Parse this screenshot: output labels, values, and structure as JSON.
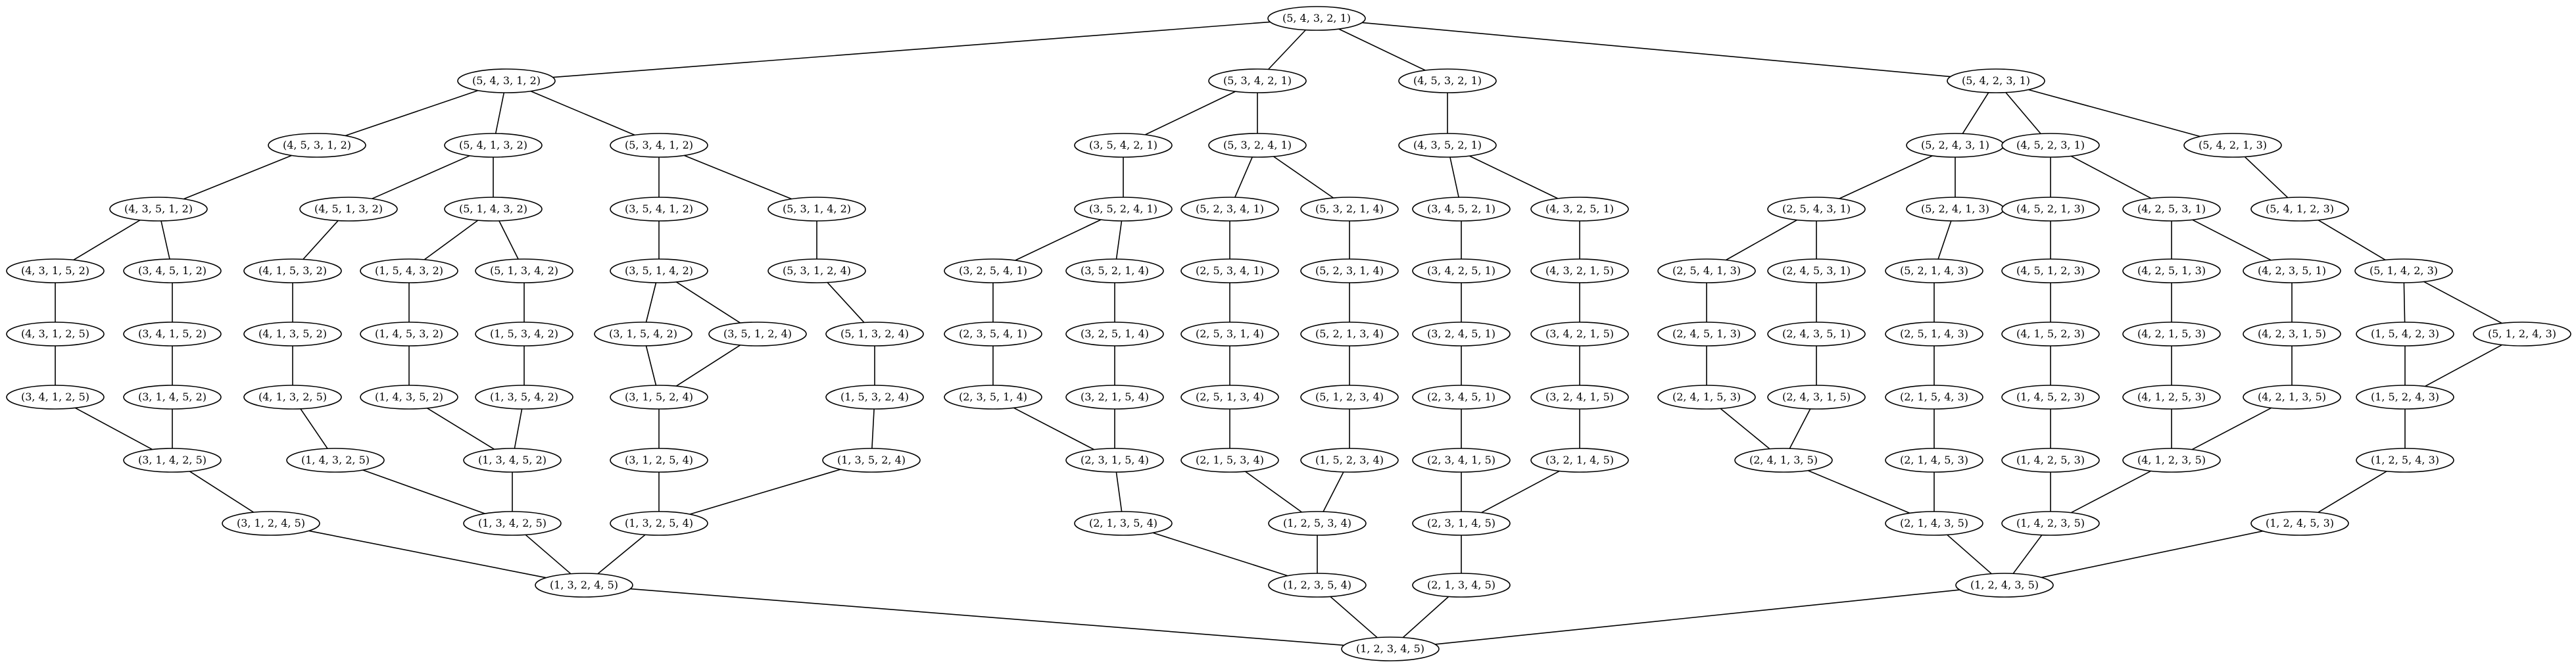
{
  "nodes": [
    {
      "id": "54321",
      "label": "(5, 4, 3, 2, 1)"
    },
    {
      "id": "54312",
      "label": "(5, 4, 3, 1, 2)"
    },
    {
      "id": "53421",
      "label": "(5, 3, 4, 2, 1)"
    },
    {
      "id": "45321",
      "label": "(4, 5, 3, 2, 1)"
    },
    {
      "id": "54231",
      "label": "(5, 4, 2, 3, 1)"
    },
    {
      "id": "45312",
      "label": "(4, 5, 3, 1, 2)"
    },
    {
      "id": "54132",
      "label": "(5, 4, 1, 3, 2)"
    },
    {
      "id": "53412",
      "label": "(5, 3, 4, 1, 2)"
    },
    {
      "id": "35421",
      "label": "(3, 5, 4, 2, 1)"
    },
    {
      "id": "53241",
      "label": "(5, 3, 2, 4, 1)"
    },
    {
      "id": "43521",
      "label": "(4, 3, 5, 2, 1)"
    },
    {
      "id": "52431",
      "label": "(5, 2, 4, 3, 1)"
    },
    {
      "id": "45231",
      "label": "(4, 5, 2, 3, 1)"
    },
    {
      "id": "54213",
      "label": "(5, 4, 2, 1, 3)"
    },
    {
      "id": "43512",
      "label": "(4, 3, 5, 1, 2)"
    },
    {
      "id": "45132",
      "label": "(4, 5, 1, 3, 2)"
    },
    {
      "id": "51432",
      "label": "(5, 1, 4, 3, 2)"
    },
    {
      "id": "35412",
      "label": "(3, 5, 4, 1, 2)"
    },
    {
      "id": "53142",
      "label": "(5, 3, 1, 4, 2)"
    },
    {
      "id": "35241",
      "label": "(3, 5, 2, 4, 1)"
    },
    {
      "id": "52341",
      "label": "(5, 2, 3, 4, 1)"
    },
    {
      "id": "53214",
      "label": "(5, 3, 2, 1, 4)"
    },
    {
      "id": "34521",
      "label": "(3, 4, 5, 2, 1)"
    },
    {
      "id": "43251",
      "label": "(4, 3, 2, 5, 1)"
    },
    {
      "id": "25431",
      "label": "(2, 5, 4, 3, 1)"
    },
    {
      "id": "52413",
      "label": "(5, 2, 4, 1, 3)"
    },
    {
      "id": "45213",
      "label": "(4, 5, 2, 1, 3)"
    },
    {
      "id": "42531",
      "label": "(4, 2, 5, 3, 1)"
    },
    {
      "id": "54123",
      "label": "(5, 4, 1, 2, 3)"
    },
    {
      "id": "43152",
      "label": "(4, 3, 1, 5, 2)"
    },
    {
      "id": "34512",
      "label": "(3, 4, 5, 1, 2)"
    },
    {
      "id": "41532",
      "label": "(4, 1, 5, 3, 2)"
    },
    {
      "id": "15432",
      "label": "(1, 5, 4, 3, 2)"
    },
    {
      "id": "51342",
      "label": "(5, 1, 3, 4, 2)"
    },
    {
      "id": "35142",
      "label": "(3, 5, 1, 4, 2)"
    },
    {
      "id": "53124",
      "label": "(5, 3, 1, 2, 4)"
    },
    {
      "id": "32541",
      "label": "(3, 2, 5, 4, 1)"
    },
    {
      "id": "35214",
      "label": "(3, 5, 2, 1, 4)"
    },
    {
      "id": "25341",
      "label": "(2, 5, 3, 4, 1)"
    },
    {
      "id": "52314",
      "label": "(5, 2, 3, 1, 4)"
    },
    {
      "id": "34251",
      "label": "(3, 4, 2, 5, 1)"
    },
    {
      "id": "43215",
      "label": "(4, 3, 2, 1, 5)"
    },
    {
      "id": "25413",
      "label": "(2, 5, 4, 1, 3)"
    },
    {
      "id": "24531",
      "label": "(2, 4, 5, 3, 1)"
    },
    {
      "id": "52143",
      "label": "(5, 2, 1, 4, 3)"
    },
    {
      "id": "45123",
      "label": "(4, 5, 1, 2, 3)"
    },
    {
      "id": "42513",
      "label": "(4, 2, 5, 1, 3)"
    },
    {
      "id": "42351",
      "label": "(4, 2, 3, 5, 1)"
    },
    {
      "id": "51423",
      "label": "(5, 1, 4, 2, 3)"
    },
    {
      "id": "43125",
      "label": "(4, 3, 1, 2, 5)"
    },
    {
      "id": "34152",
      "label": "(3, 4, 1, 5, 2)"
    },
    {
      "id": "41352",
      "label": "(4, 1, 3, 5, 2)"
    },
    {
      "id": "14532",
      "label": "(1, 4, 5, 3, 2)"
    },
    {
      "id": "15342",
      "label": "(1, 5, 3, 4, 2)"
    },
    {
      "id": "31542",
      "label": "(3, 1, 5, 4, 2)"
    },
    {
      "id": "35124",
      "label": "(3, 5, 1, 2, 4)"
    },
    {
      "id": "51324",
      "label": "(5, 1, 3, 2, 4)"
    },
    {
      "id": "23541",
      "label": "(2, 3, 5, 4, 1)"
    },
    {
      "id": "32514",
      "label": "(3, 2, 5, 1, 4)"
    },
    {
      "id": "25314",
      "label": "(2, 5, 3, 1, 4)"
    },
    {
      "id": "52134",
      "label": "(5, 2, 1, 3, 4)"
    },
    {
      "id": "32451",
      "label": "(3, 2, 4, 5, 1)"
    },
    {
      "id": "34215",
      "label": "(3, 4, 2, 1, 5)"
    },
    {
      "id": "24513",
      "label": "(2, 4, 5, 1, 3)"
    },
    {
      "id": "24351",
      "label": "(2, 4, 3, 5, 1)"
    },
    {
      "id": "25143",
      "label": "(2, 5, 1, 4, 3)"
    },
    {
      "id": "41523",
      "label": "(4, 1, 5, 2, 3)"
    },
    {
      "id": "42153",
      "label": "(4, 2, 1, 5, 3)"
    },
    {
      "id": "42315",
      "label": "(4, 2, 3, 1, 5)"
    },
    {
      "id": "15423",
      "label": "(1, 5, 4, 2, 3)"
    },
    {
      "id": "51243",
      "label": "(5, 1, 2, 4, 3)"
    },
    {
      "id": "34125",
      "label": "(3, 4, 1, 2, 5)"
    },
    {
      "id": "31452",
      "label": "(3, 1, 4, 5, 2)"
    },
    {
      "id": "41325",
      "label": "(4, 1, 3, 2, 5)"
    },
    {
      "id": "14352",
      "label": "(1, 4, 3, 5, 2)"
    },
    {
      "id": "13542",
      "label": "(1, 3, 5, 4, 2)"
    },
    {
      "id": "31524",
      "label": "(3, 1, 5, 2, 4)"
    },
    {
      "id": "15324",
      "label": "(1, 5, 3, 2, 4)"
    },
    {
      "id": "23514",
      "label": "(2, 3, 5, 1, 4)"
    },
    {
      "id": "32154",
      "label": "(3, 2, 1, 5, 4)"
    },
    {
      "id": "25134",
      "label": "(2, 5, 1, 3, 4)"
    },
    {
      "id": "51234",
      "label": "(5, 1, 2, 3, 4)"
    },
    {
      "id": "23451",
      "label": "(2, 3, 4, 5, 1)"
    },
    {
      "id": "32415",
      "label": "(3, 2, 4, 1, 5)"
    },
    {
      "id": "24153",
      "label": "(2, 4, 1, 5, 3)"
    },
    {
      "id": "24315",
      "label": "(2, 4, 3, 1, 5)"
    },
    {
      "id": "21543",
      "label": "(2, 1, 5, 4, 3)"
    },
    {
      "id": "14523",
      "label": "(1, 4, 5, 2, 3)"
    },
    {
      "id": "41253",
      "label": "(4, 1, 2, 5, 3)"
    },
    {
      "id": "42135",
      "label": "(4, 2, 1, 3, 5)"
    },
    {
      "id": "15243",
      "label": "(1, 5, 2, 4, 3)"
    },
    {
      "id": "31425",
      "label": "(3, 1, 4, 2, 5)"
    },
    {
      "id": "14325",
      "label": "(1, 4, 3, 2, 5)"
    },
    {
      "id": "13452",
      "label": "(1, 3, 4, 5, 2)"
    },
    {
      "id": "31254",
      "label": "(3, 1, 2, 5, 4)"
    },
    {
      "id": "13524",
      "label": "(1, 3, 5, 2, 4)"
    },
    {
      "id": "23154",
      "label": "(2, 3, 1, 5, 4)"
    },
    {
      "id": "21534",
      "label": "(2, 1, 5, 3, 4)"
    },
    {
      "id": "15234",
      "label": "(1, 5, 2, 3, 4)"
    },
    {
      "id": "23415",
      "label": "(2, 3, 4, 1, 5)"
    },
    {
      "id": "32145",
      "label": "(3, 2, 1, 4, 5)"
    },
    {
      "id": "24135",
      "label": "(2, 4, 1, 3, 5)"
    },
    {
      "id": "21453",
      "label": "(2, 1, 4, 5, 3)"
    },
    {
      "id": "14253",
      "label": "(1, 4, 2, 5, 3)"
    },
    {
      "id": "41235",
      "label": "(4, 1, 2, 3, 5)"
    },
    {
      "id": "12543",
      "label": "(1, 2, 5, 4, 3)"
    },
    {
      "id": "31245",
      "label": "(3, 1, 2, 4, 5)"
    },
    {
      "id": "13425",
      "label": "(1, 3, 4, 2, 5)"
    },
    {
      "id": "13254",
      "label": "(1, 3, 2, 5, 4)"
    },
    {
      "id": "21354",
      "label": "(2, 1, 3, 5, 4)"
    },
    {
      "id": "12534",
      "label": "(1, 2, 5, 3, 4)"
    },
    {
      "id": "23145",
      "label": "(2, 3, 1, 4, 5)"
    },
    {
      "id": "21435",
      "label": "(2, 1, 4, 3, 5)"
    },
    {
      "id": "14235",
      "label": "(1, 4, 2, 3, 5)"
    },
    {
      "id": "12453",
      "label": "(1, 2, 4, 5, 3)"
    },
    {
      "id": "13245",
      "label": "(1, 3, 2, 4, 5)"
    },
    {
      "id": "12354",
      "label": "(1, 2, 3, 5, 4)"
    },
    {
      "id": "21345",
      "label": "(2, 1, 3, 4, 5)"
    },
    {
      "id": "12435",
      "label": "(1, 2, 4, 3, 5)"
    },
    {
      "id": "12345",
      "label": "(1, 2, 3, 4, 5)"
    }
  ],
  "edges": [
    [
      "54321",
      "54312"
    ],
    [
      "54321",
      "53421"
    ],
    [
      "54321",
      "45321"
    ],
    [
      "54321",
      "54231"
    ],
    [
      "54312",
      "45312"
    ],
    [
      "54312",
      "54132"
    ],
    [
      "54312",
      "53412"
    ],
    [
      "53421",
      "35421"
    ],
    [
      "53421",
      "53241"
    ],
    [
      "45321",
      "43521"
    ],
    [
      "54231",
      "52431"
    ],
    [
      "54231",
      "45231"
    ],
    [
      "54231",
      "54213"
    ],
    [
      "45312",
      "43512"
    ],
    [
      "54132",
      "45132"
    ],
    [
      "54132",
      "51432"
    ],
    [
      "53412",
      "35412"
    ],
    [
      "53412",
      "53142"
    ],
    [
      "35421",
      "35241"
    ],
    [
      "53241",
      "52341"
    ],
    [
      "53241",
      "53214"
    ],
    [
      "43521",
      "34521"
    ],
    [
      "43521",
      "43251"
    ],
    [
      "52431",
      "25431"
    ],
    [
      "52431",
      "52413"
    ],
    [
      "45231",
      "45213"
    ],
    [
      "45231",
      "42531"
    ],
    [
      "54213",
      "54123"
    ],
    [
      "43512",
      "43152"
    ],
    [
      "43512",
      "34512"
    ],
    [
      "45132",
      "41532"
    ],
    [
      "51432",
      "15432"
    ],
    [
      "51432",
      "51342"
    ],
    [
      "35412",
      "35142"
    ],
    [
      "53142",
      "53124"
    ],
    [
      "35241",
      "32541"
    ],
    [
      "35241",
      "35214"
    ],
    [
      "52341",
      "25341"
    ],
    [
      "53214",
      "52314"
    ],
    [
      "34521",
      "34251"
    ],
    [
      "43251",
      "43215"
    ],
    [
      "25431",
      "25413"
    ],
    [
      "25431",
      "24531"
    ],
    [
      "52413",
      "52143"
    ],
    [
      "45213",
      "45123"
    ],
    [
      "42531",
      "42513"
    ],
    [
      "42531",
      "42351"
    ],
    [
      "54123",
      "51423"
    ],
    [
      "43152",
      "43125"
    ],
    [
      "34512",
      "34152"
    ],
    [
      "41532",
      "41352"
    ],
    [
      "15432",
      "14532"
    ],
    [
      "51342",
      "15342"
    ],
    [
      "35142",
      "31542"
    ],
    [
      "35142",
      "35124"
    ],
    [
      "53124",
      "51324"
    ],
    [
      "32541",
      "23541"
    ],
    [
      "35214",
      "32514"
    ],
    [
      "25341",
      "25314"
    ],
    [
      "52314",
      "52134"
    ],
    [
      "34251",
      "32451"
    ],
    [
      "43215",
      "34215"
    ],
    [
      "25413",
      "24513"
    ],
    [
      "24531",
      "24351"
    ],
    [
      "52143",
      "25143"
    ],
    [
      "45123",
      "41523"
    ],
    [
      "42513",
      "42153"
    ],
    [
      "42351",
      "42315"
    ],
    [
      "51423",
      "15423"
    ],
    [
      "51423",
      "51243"
    ],
    [
      "43125",
      "34125"
    ],
    [
      "34152",
      "31452"
    ],
    [
      "41352",
      "41325"
    ],
    [
      "14532",
      "14352"
    ],
    [
      "15342",
      "13542"
    ],
    [
      "31542",
      "31524"
    ],
    [
      "35124",
      "31524"
    ],
    [
      "51324",
      "15324"
    ],
    [
      "23541",
      "23514"
    ],
    [
      "32514",
      "32154"
    ],
    [
      "25314",
      "25134"
    ],
    [
      "52134",
      "51234"
    ],
    [
      "32451",
      "23451"
    ],
    [
      "34215",
      "32415"
    ],
    [
      "24513",
      "24153"
    ],
    [
      "24351",
      "24315"
    ],
    [
      "25143",
      "21543"
    ],
    [
      "41523",
      "14523"
    ],
    [
      "42153",
      "41253"
    ],
    [
      "42315",
      "42135"
    ],
    [
      "15423",
      "15243"
    ],
    [
      "51243",
      "15243"
    ],
    [
      "34125",
      "31425"
    ],
    [
      "31452",
      "31425"
    ],
    [
      "41325",
      "14325"
    ],
    [
      "14352",
      "13452"
    ],
    [
      "13542",
      "13452"
    ],
    [
      "31524",
      "31254"
    ],
    [
      "15324",
      "13524"
    ],
    [
      "23514",
      "23154"
    ],
    [
      "32154",
      "23154"
    ],
    [
      "25134",
      "21534"
    ],
    [
      "51234",
      "15234"
    ],
    [
      "23451",
      "23415"
    ],
    [
      "32415",
      "32145"
    ],
    [
      "24153",
      "24135"
    ],
    [
      "24315",
      "24135"
    ],
    [
      "21543",
      "21453"
    ],
    [
      "14523",
      "14253"
    ],
    [
      "41253",
      "41235"
    ],
    [
      "42135",
      "41235"
    ],
    [
      "15243",
      "12543"
    ],
    [
      "31425",
      "31245"
    ],
    [
      "14325",
      "13425"
    ],
    [
      "13452",
      "13425"
    ],
    [
      "31254",
      "13254"
    ],
    [
      "13524",
      "13254"
    ],
    [
      "23154",
      "21354"
    ],
    [
      "21534",
      "12534"
    ],
    [
      "15234",
      "12534"
    ],
    [
      "23415",
      "23145"
    ],
    [
      "32145",
      "23145"
    ],
    [
      "24135",
      "21435"
    ],
    [
      "21453",
      "21435"
    ],
    [
      "14253",
      "14235"
    ],
    [
      "41235",
      "14235"
    ],
    [
      "12543",
      "12453"
    ],
    [
      "31245",
      "13245"
    ],
    [
      "13425",
      "13245"
    ],
    [
      "13254",
      "13245"
    ],
    [
      "21354",
      "12354"
    ],
    [
      "12534",
      "12354"
    ],
    [
      "23145",
      "21345"
    ],
    [
      "21435",
      "12435"
    ],
    [
      "14235",
      "12435"
    ],
    [
      "12453",
      "12435"
    ],
    [
      "13245",
      "12345"
    ],
    [
      "12354",
      "12345"
    ],
    [
      "21345",
      "12345"
    ],
    [
      "12435",
      "12345"
    ]
  ]
}
